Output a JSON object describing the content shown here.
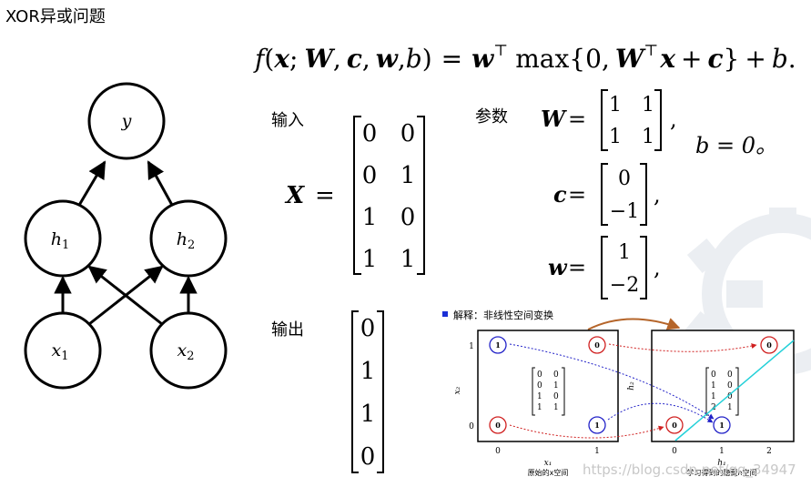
{
  "title": "XOR异或问题",
  "network": {
    "output_node": "y",
    "hidden_nodes": [
      {
        "name": "h",
        "sub": "1"
      },
      {
        "name": "h",
        "sub": "2"
      }
    ],
    "input_nodes": [
      {
        "name": "x",
        "sub": "1"
      },
      {
        "name": "x",
        "sub": "2"
      }
    ]
  },
  "formula": {
    "lhs_f": "f",
    "open": "(",
    "x": "x",
    "semicolon": ";",
    "W": "W",
    "comma": ",",
    "c": "c",
    "w": "w",
    "b": "b",
    "close": ")",
    "eq": "=",
    "T": "⊤",
    "max": "max",
    "lbrace": "{",
    "zero": "0",
    "plus": "+",
    "rbrace": "}",
    "end": "."
  },
  "input_section": {
    "label": "输入",
    "var": "X",
    "eq": "=",
    "rows": [
      [
        "0",
        "0"
      ],
      [
        "0",
        "1"
      ],
      [
        "1",
        "0"
      ],
      [
        "1",
        "1"
      ]
    ]
  },
  "params_section": {
    "label": "参数",
    "W": {
      "var": "W",
      "eq": "=",
      "rows": [
        [
          "1",
          "1"
        ],
        [
          "1",
          "1"
        ]
      ],
      "trail": ","
    },
    "b_text": "b = 0。",
    "c": {
      "var": "c",
      "eq": "=",
      "rows": [
        [
          "0"
        ],
        [
          "−1"
        ]
      ],
      "trail": ","
    },
    "w": {
      "var": "w",
      "eq": "=",
      "rows": [
        [
          "1"
        ],
        [
          "−2"
        ]
      ],
      "trail": ","
    }
  },
  "output_section": {
    "label": "输出",
    "rows": [
      "0",
      "1",
      "1",
      "0"
    ]
  },
  "explain_figure": {
    "title": "解释：非线性空间变换",
    "bullet_color": "#1a2fd6",
    "left_plot": {
      "xlabel": "x₁",
      "ylabel": "x₂",
      "x_ticks": [
        "0",
        "1"
      ],
      "y_ticks": [
        "0",
        "1"
      ],
      "caption": "原始的x空间",
      "matrix": [
        [
          "0",
          "0"
        ],
        [
          "0",
          "1"
        ],
        [
          "1",
          "0"
        ],
        [
          "1",
          "1"
        ]
      ],
      "points": [
        {
          "x": 0,
          "y": 1,
          "label": "1",
          "color": "#2323c8"
        },
        {
          "x": 1,
          "y": 1,
          "label": "0",
          "color": "#d02020"
        },
        {
          "x": 0,
          "y": 0,
          "label": "0",
          "color": "#d02020"
        },
        {
          "x": 1,
          "y": 0,
          "label": "1",
          "color": "#2323c8"
        }
      ]
    },
    "right_plot": {
      "xlabel": "h₁",
      "ylabel": "h₂",
      "x_ticks": [
        "0",
        "1",
        "2"
      ],
      "caption": "学习得到的隐藏h空间",
      "matrix": [
        [
          "0",
          "0"
        ],
        [
          "1",
          "0"
        ],
        [
          "1",
          "0"
        ],
        [
          "2",
          "1"
        ]
      ],
      "points": [
        {
          "x": 2,
          "y": 1,
          "label": "0",
          "color": "#d02020"
        },
        {
          "x": 0,
          "y": 0,
          "label": "0",
          "color": "#d02020"
        },
        {
          "x": 1,
          "y": 0,
          "label": "1",
          "color": "#2323c8"
        }
      ],
      "line_color": "#22d0d8"
    }
  },
  "watermark": "https://blog.csdn.net/qq_34947"
}
